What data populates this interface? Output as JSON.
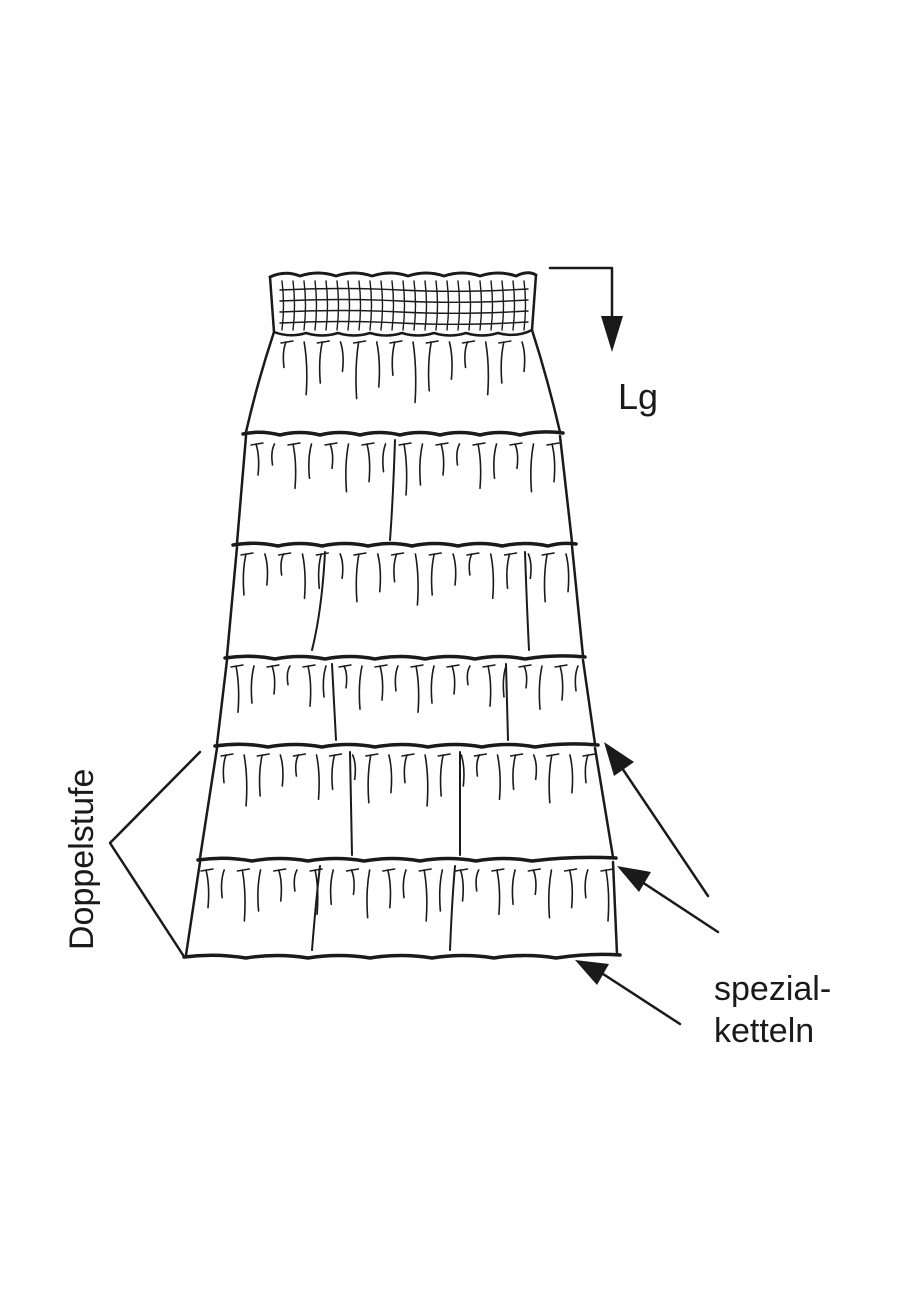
{
  "labels": {
    "length": "Lg",
    "double_tier": "Doppelstufe",
    "note_line1": "spezial-",
    "note_line2": "ketteln"
  },
  "colors": {
    "ink": "#1a1a1a",
    "paper": "#ffffff"
  }
}
